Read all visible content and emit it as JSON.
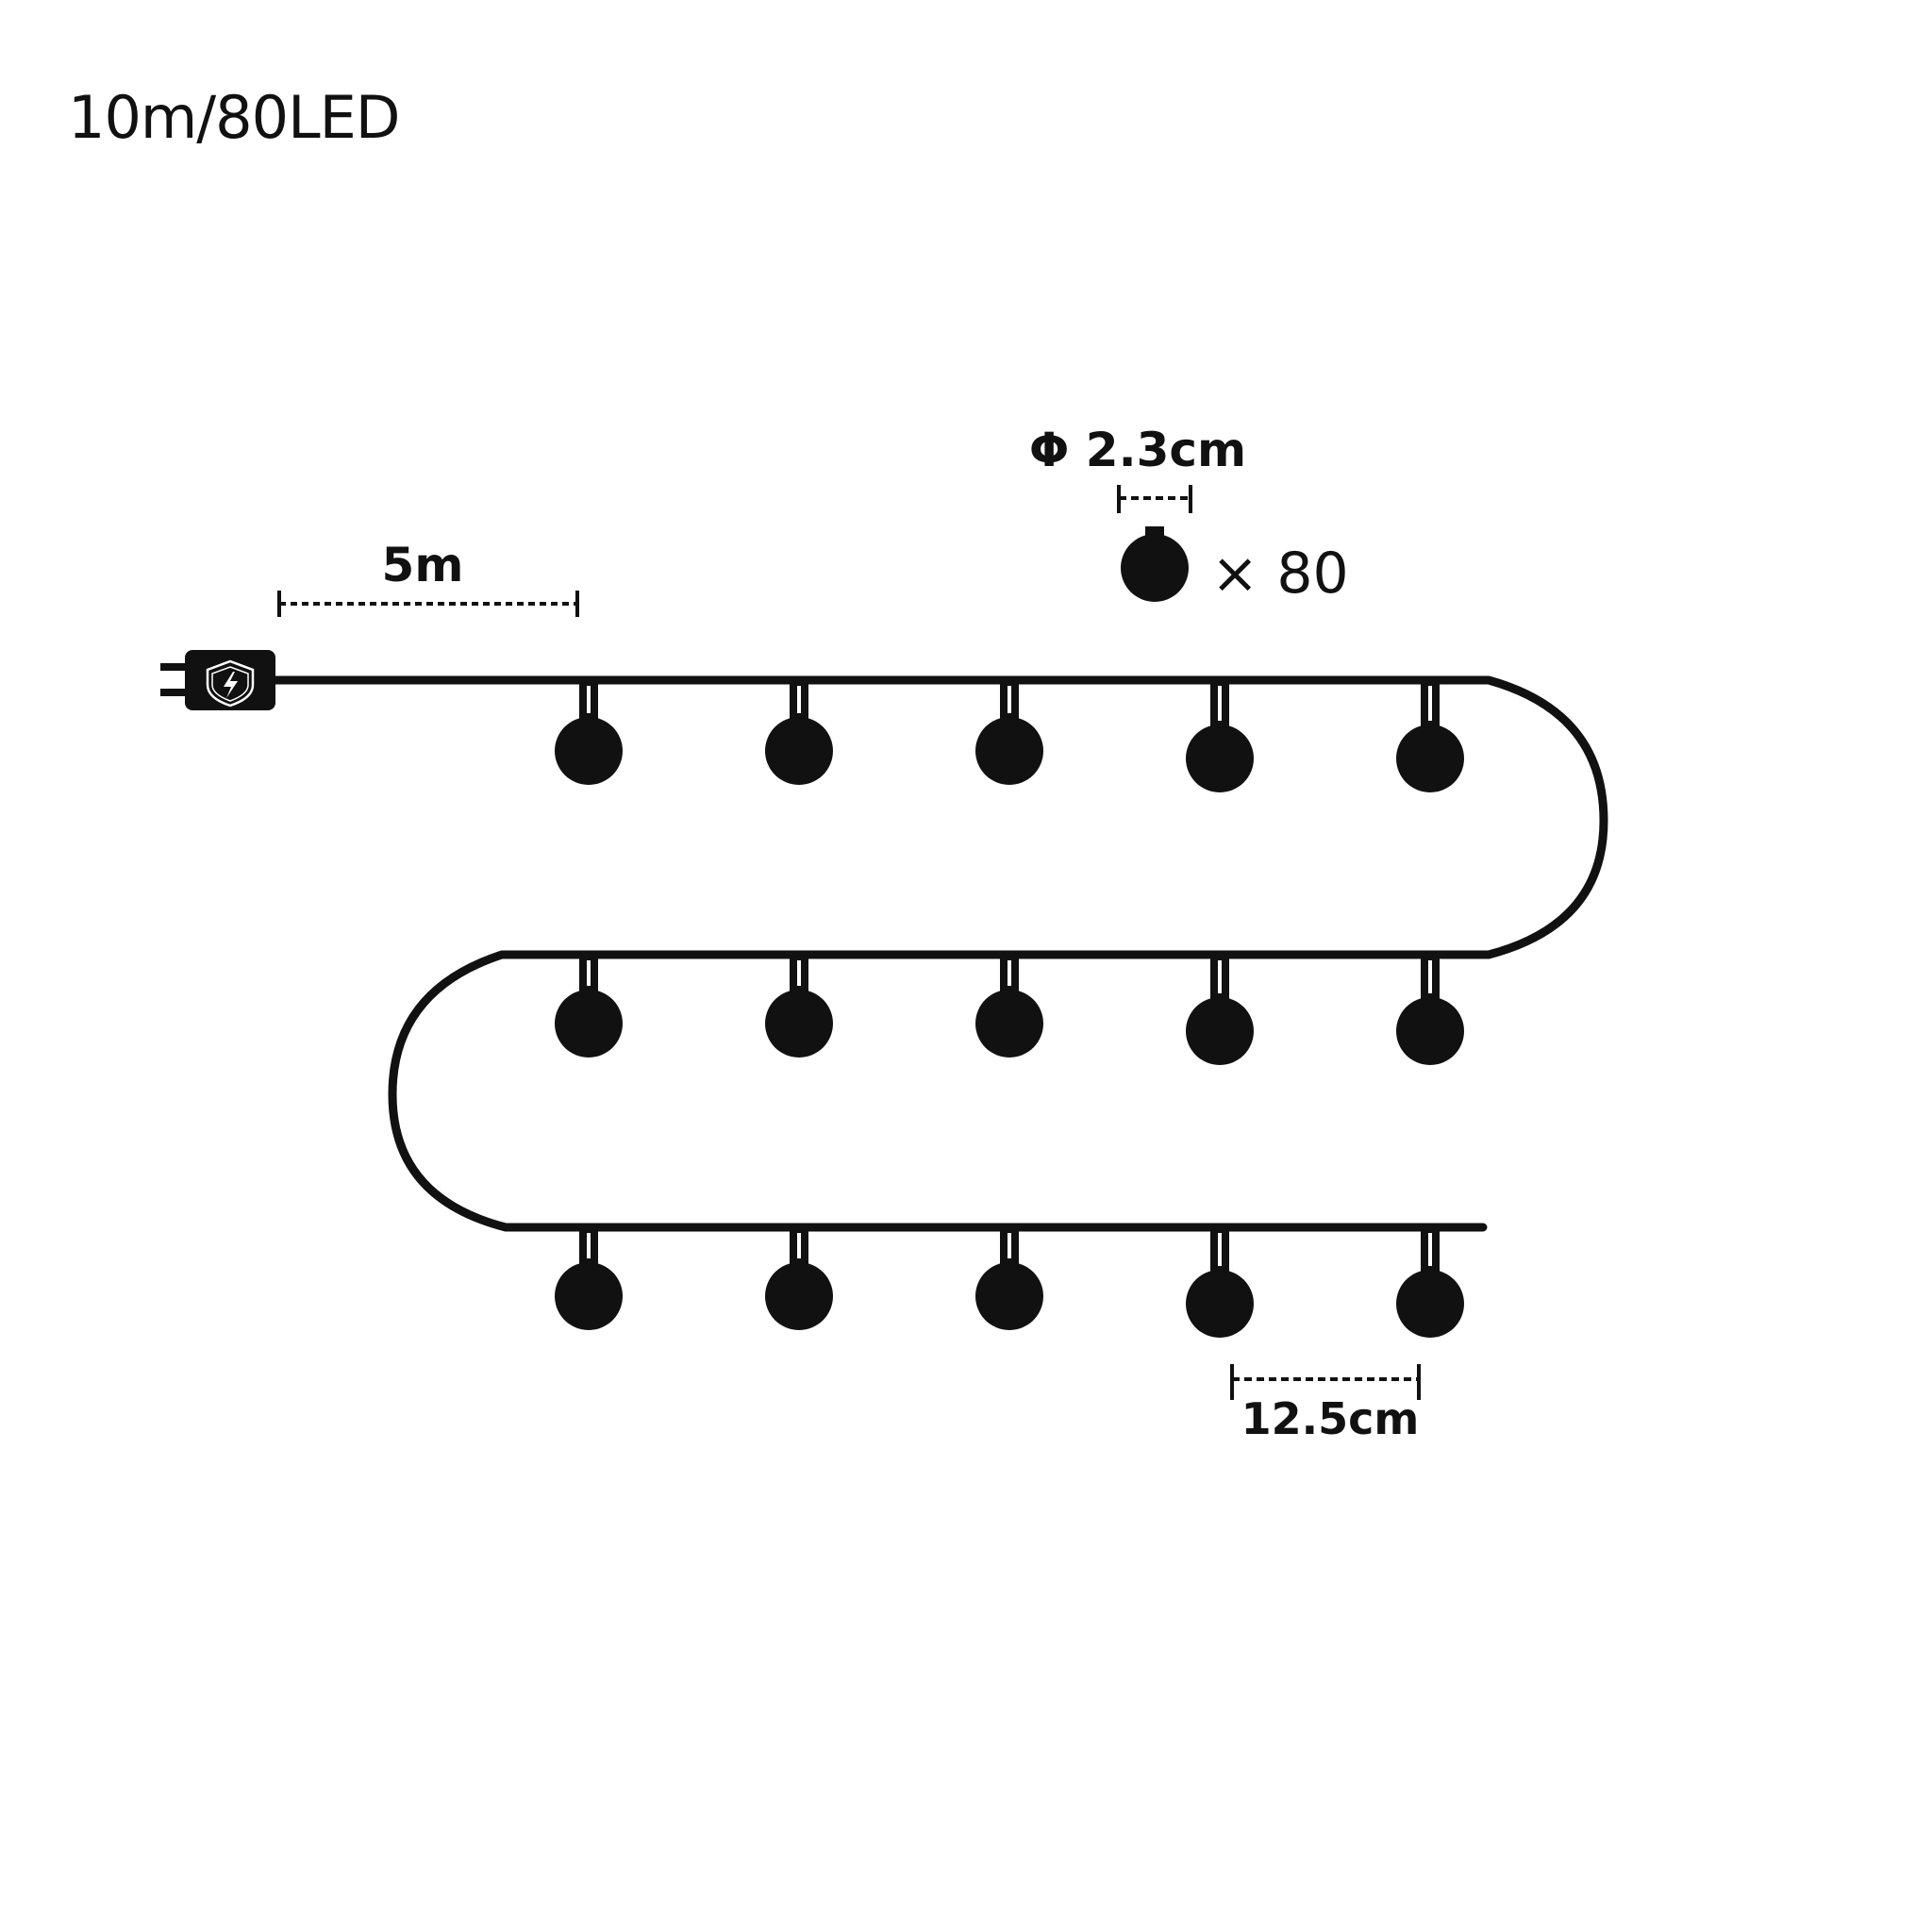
{
  "title": "10m/80LED",
  "lead_length_label": "5m",
  "bulb_diameter_label": "Φ 2.3cm",
  "bulb_count_label": "× 80",
  "bulb_spacing_label": "12.5cm",
  "bulbs_per_row_shown": 5,
  "rows_shown": 3,
  "colors": {
    "line": "#111111",
    "background": "#ffffff"
  },
  "icons": {
    "plug_badge": "shield-lightning-icon"
  }
}
